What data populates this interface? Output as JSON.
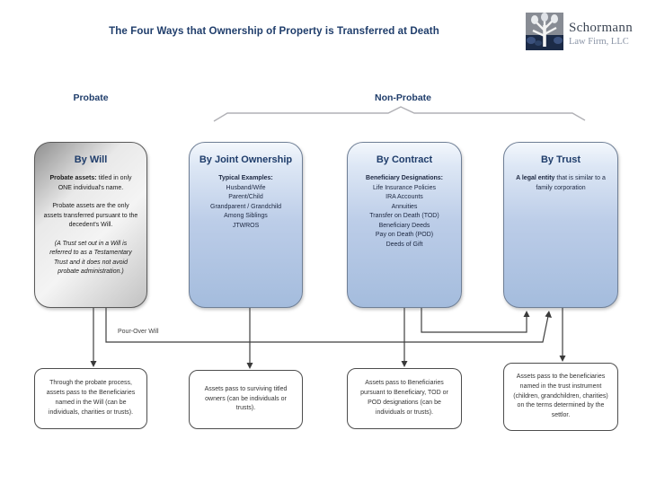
{
  "page": {
    "title": "The Four Ways that Ownership of Property is Transferred at Death",
    "probate_label": "Probate",
    "non_probate_label": "Non-Probate",
    "pour_over_label": "Pour-Over Will"
  },
  "logo": {
    "firm_name": "Schormann",
    "firm_subtitle": "Law Firm, LLC",
    "icon": "tree-logo-icon"
  },
  "boxes": {
    "will": {
      "title": "By Will",
      "lead_bold": "Probate assets:",
      "lead_rest": "  titled in only ONE individual's name.",
      "para2": "Probate assets are the only assets transferred pursuant to the decedent's Will.",
      "para3": "(A Trust set out in a Will is referred to as a Testamentary Trust and it does not avoid probate administration.)",
      "outcome": "Through the probate process, assets pass to the Beneficiaries named in the Will (can be individuals, charities or trusts)."
    },
    "joint": {
      "title": "By Joint Ownership",
      "heading": "Typical Examples:",
      "items": [
        "Husband/Wife",
        "Parent/Child",
        "Grandparent / Grandchild",
        "Among Siblings",
        "JTWROS"
      ],
      "outcome": "Assets pass to surviving titled owners (can be individuals or trusts)."
    },
    "contract": {
      "title": "By Contract",
      "heading": "Beneficiary Designations:",
      "items": [
        "Life Insurance Policies",
        "IRA Accounts",
        "Annuities",
        "Transfer on Death (TOD)",
        "Beneficiary Deeds",
        "Pay on Death (POD)",
        "Deeds of Gift"
      ],
      "outcome": "Assets pass to Beneficiaries pursuant to Beneficiary, TOD or POD designations (can be individuals or trusts)."
    },
    "trust": {
      "title": "By Trust",
      "lead_bold": "A legal entity",
      "lead_rest": " that is similar to a family corporation",
      "outcome": "Assets pass to the beneficiaries named in the trust instrument (children, grandchildren, charities) on the terms determined by the settlor."
    }
  },
  "colors": {
    "accent_navy": "#1F3D6B",
    "box_blue_top": "#f3f7fc",
    "box_blue_bottom": "#a4bcdd",
    "box_gray": "#c2c2c2",
    "connector_gray": "#3f3f3f",
    "brace_gray": "#b0b0b5"
  }
}
